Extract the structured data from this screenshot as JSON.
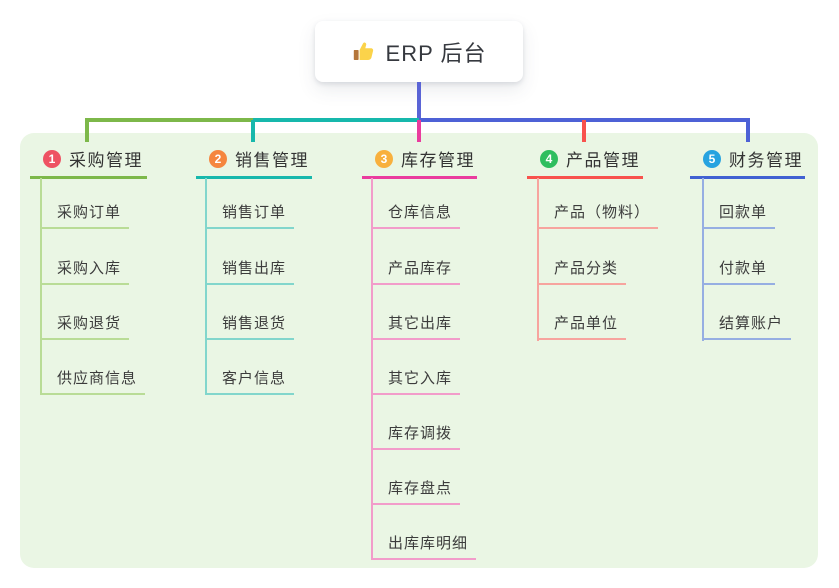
{
  "root": {
    "icon": "thumbs-up",
    "title": "ERP 后台"
  },
  "branches": [
    {
      "number": "1",
      "label": "采购管理",
      "color": "#7db84a",
      "light_color": "#b9dc96",
      "badge_color": "#ee5263",
      "children": [
        "采购订单",
        "采购入库",
        "采购退货",
        "供应商信息"
      ]
    },
    {
      "number": "2",
      "label": "销售管理",
      "color": "#17b8ac",
      "light_color": "#82d6cc",
      "badge_color": "#f5863e",
      "children": [
        "销售订单",
        "销售出库",
        "销售退货",
        "客户信息"
      ]
    },
    {
      "number": "3",
      "label": "库存管理",
      "color": "#ea3c9e",
      "light_color": "#f29cca",
      "badge_color": "#f8b03d",
      "children": [
        "仓库信息",
        "产品库存",
        "其它出库",
        "其它入库",
        "库存调拨",
        "库存盘点",
        "出库库明细"
      ]
    },
    {
      "number": "4",
      "label": "产品管理",
      "color": "#f8524d",
      "light_color": "#f7a49e",
      "badge_color": "#2fbe5f",
      "children": [
        "产品（物料）",
        "产品分类",
        "产品单位"
      ]
    },
    {
      "number": "5",
      "label": "财务管理",
      "color": "#4161d2",
      "light_color": "#96aee2",
      "badge_color": "#27a3e0",
      "children": [
        "回款单",
        "付款单",
        "结算账户"
      ]
    }
  ],
  "connectors": {
    "root_line_color": "#5a64d6"
  },
  "canvas": {
    "background": "#ffffff",
    "panel_background": "#eaf6e4"
  }
}
